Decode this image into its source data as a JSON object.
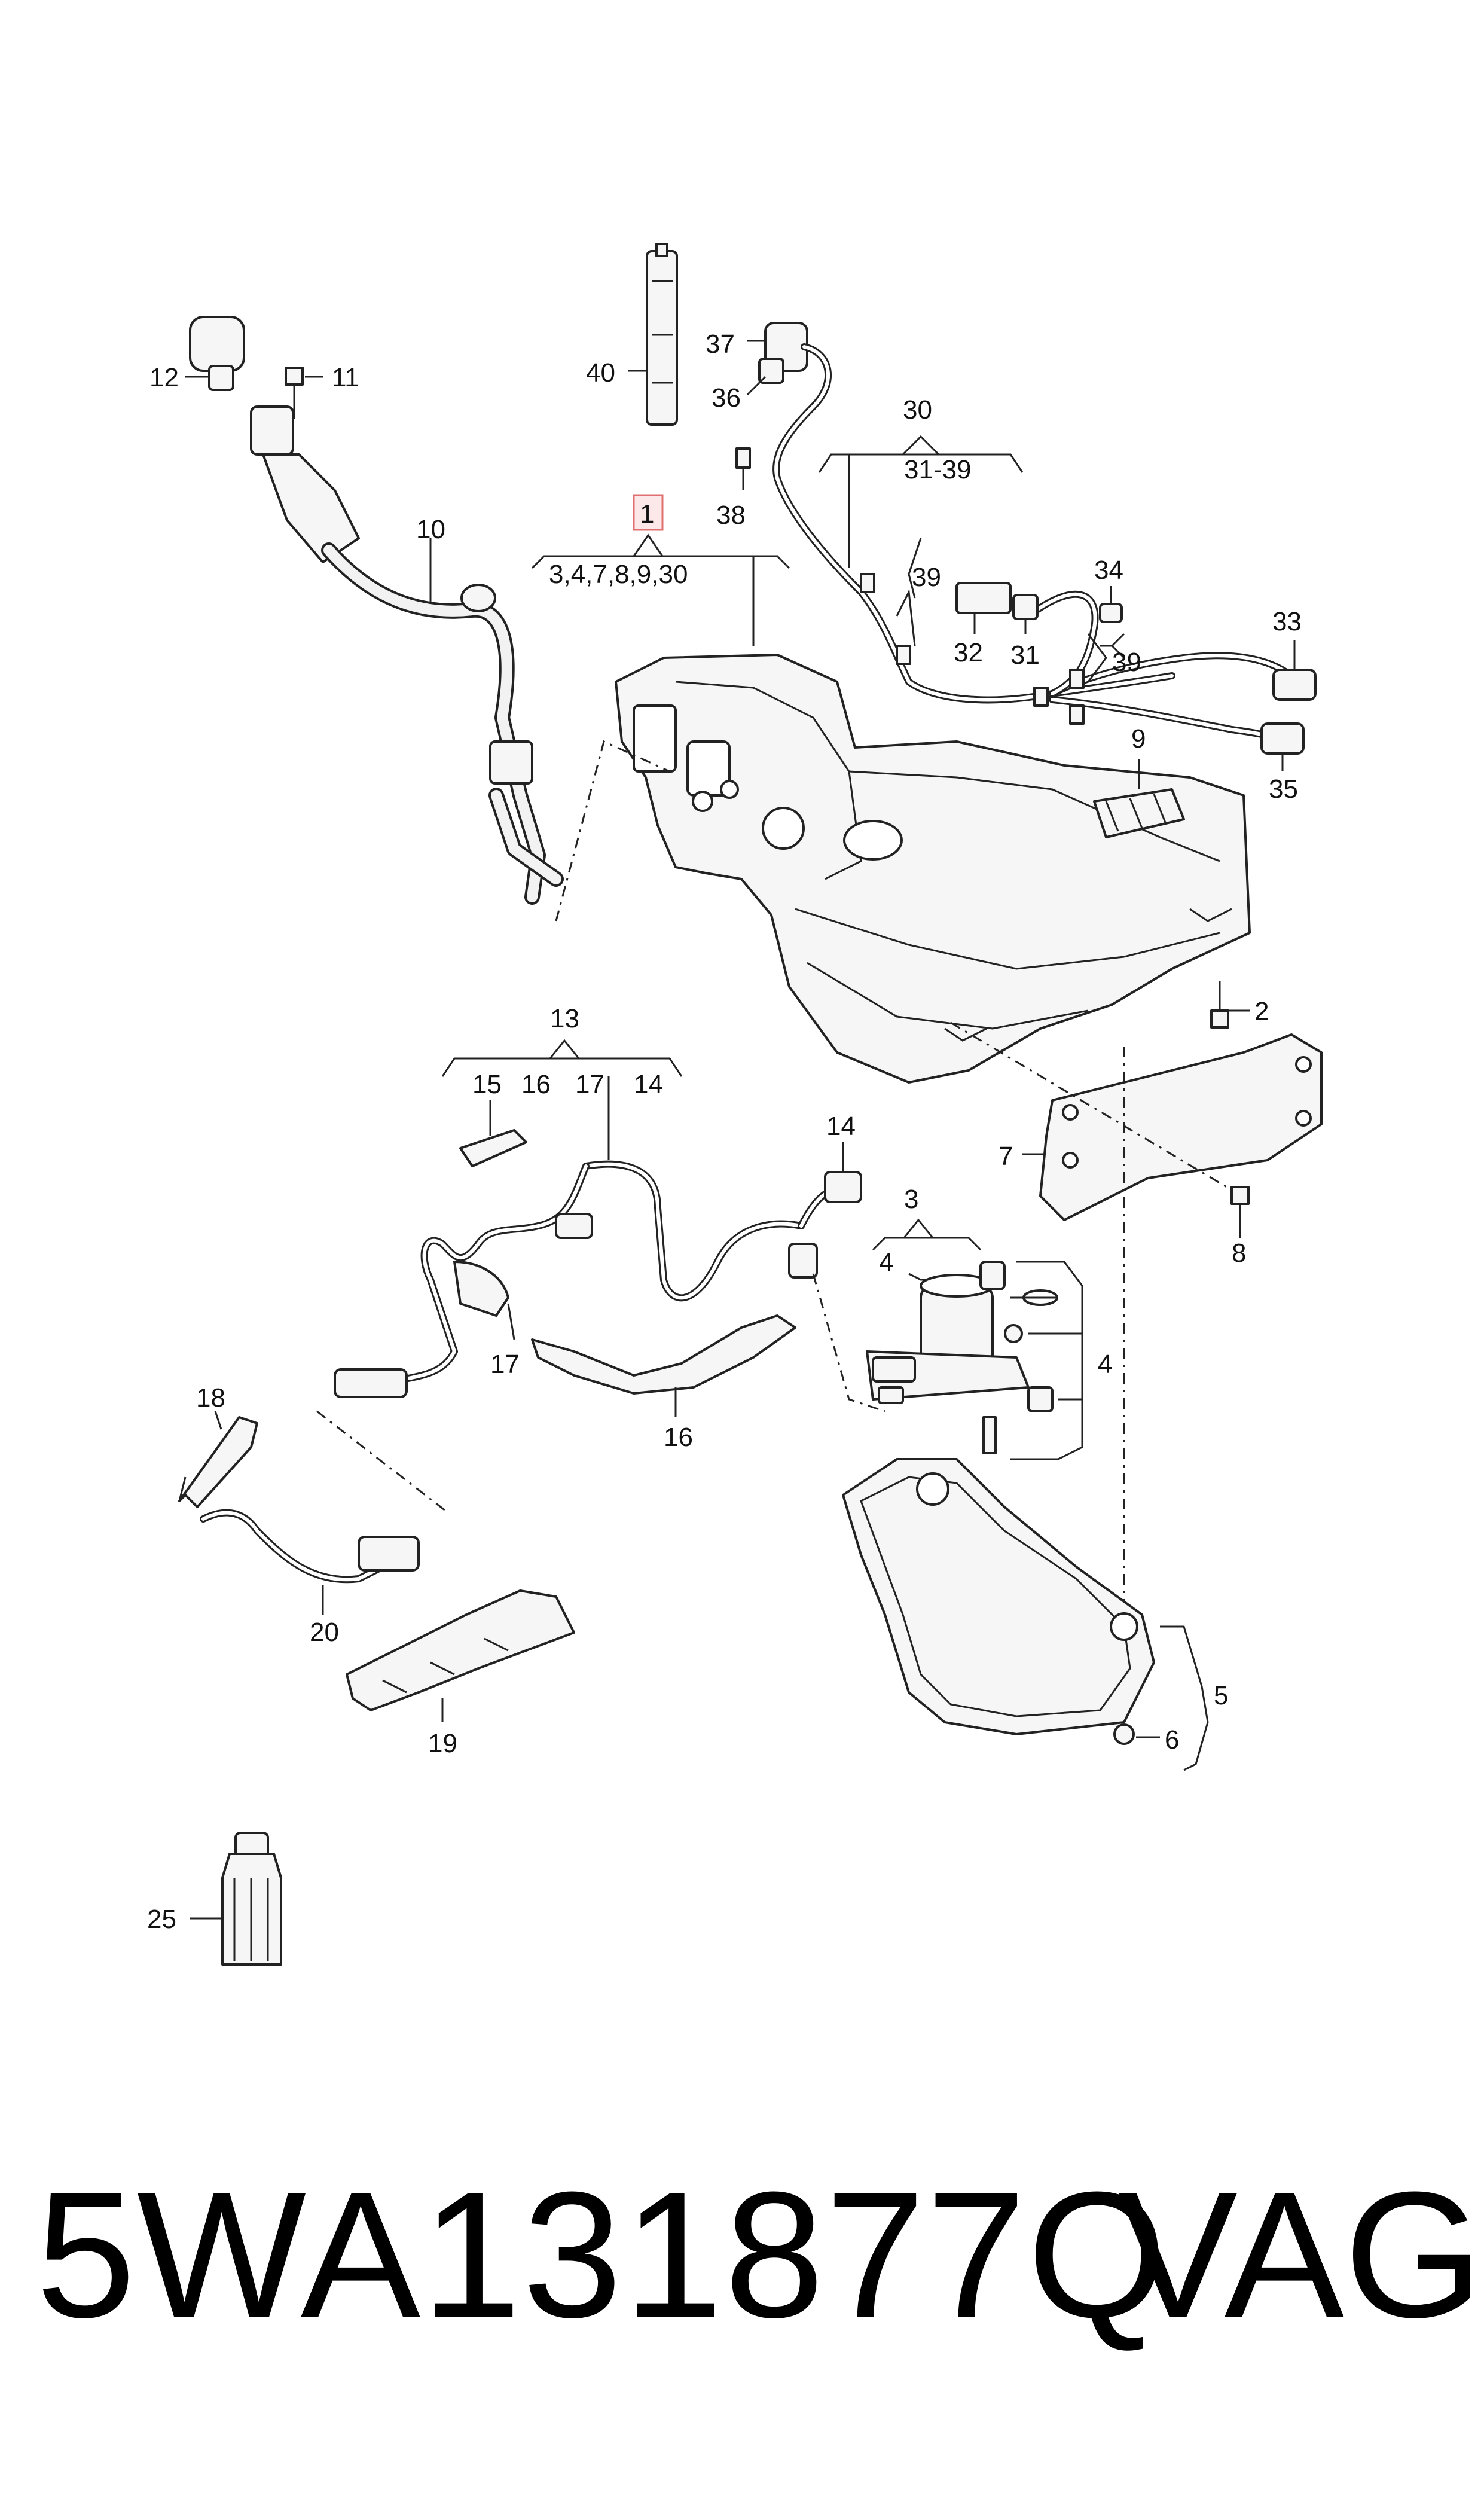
{
  "callouts": {
    "c1": "1",
    "c1_sub": "3,4,7,8,9,30",
    "c2": "2",
    "c3": "3",
    "c4a": "4",
    "c4b": "4",
    "c5": "5",
    "c6": "6",
    "c7": "7",
    "c8": "8",
    "c9": "9",
    "c10": "10",
    "c11": "11",
    "c12": "12",
    "c13": "13",
    "c13_15": "15",
    "c13_16": "16",
    "c13_17": "17",
    "c13_14": "14",
    "c14": "14",
    "c15": "15",
    "c16": "16",
    "c17": "17",
    "c18": "18",
    "c19": "19",
    "c20": "20",
    "c25": "25",
    "c30": "30",
    "c30_sub": "31-39",
    "c31": "31",
    "c32": "32",
    "c33": "33",
    "c34": "34",
    "c35": "35",
    "c36": "36",
    "c37": "37",
    "c38": "38",
    "c39a": "39",
    "c39b": "39",
    "c40": "40"
  },
  "highlight_color": "#e07070",
  "footer": {
    "part_number": "5WA131877Q",
    "brand": "VAG"
  }
}
